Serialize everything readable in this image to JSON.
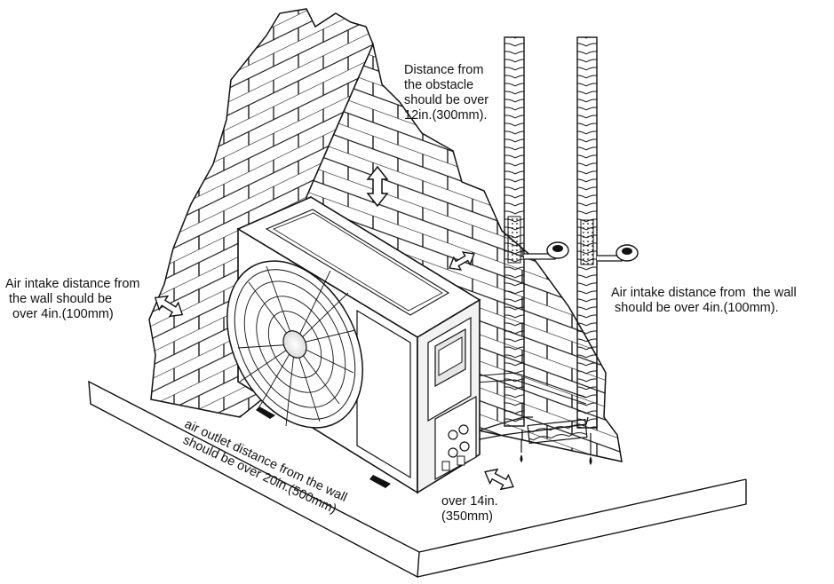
{
  "labels": {
    "obstacle_distance": {
      "lines": [
        "Distance from",
        "the obstacle",
        "should be over",
        "12in.(300mm)."
      ]
    },
    "left_wall_intake": {
      "lines": [
        "Air intake distance from",
        " the wall should be",
        "  over 4in.(100mm)"
      ]
    },
    "right_wall_intake": {
      "lines": [
        "Air intake distance from  the wall",
        " should be over 4in.(100mm)."
      ]
    },
    "outlet_distance": {
      "lines": [
        "air outlet distance from the wall",
        "should be over 20in.(500mm)"
      ]
    },
    "front_distance": {
      "lines": [
        "over 14in.",
        "(350mm)"
      ]
    }
  },
  "colors": {
    "line": "#111111",
    "background": "#ffffff",
    "wall_brick": "#ffffff",
    "unit_shade": "#e8e8e8"
  },
  "icons": {
    "double_arrow": "double-headed-arrow",
    "fan": "fan-grille",
    "pipe": "insulated-pipe"
  }
}
